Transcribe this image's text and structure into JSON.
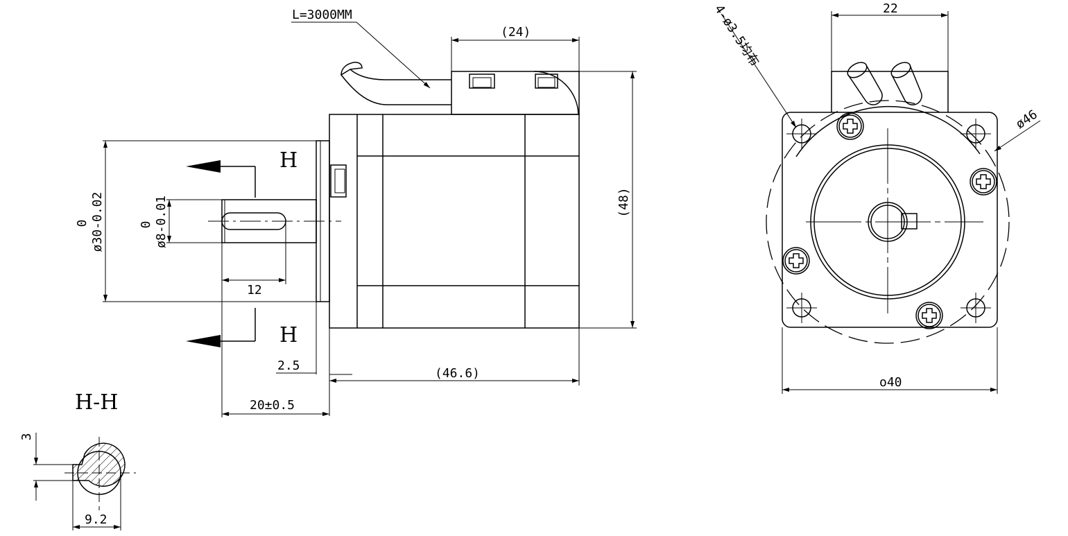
{
  "labels": {
    "cable_length": "L=3000MM",
    "connector_width": "(24)",
    "body_height": "(48)",
    "flange_diameter": "ø30-0.02",
    "flange_tol_upper": "0",
    "shaft_diameter": "ø8-0.01",
    "shaft_tol_upper": "0",
    "flat_length": "12",
    "section_mark": "H",
    "flange_thickness": "2.5",
    "body_length": "(46.6)",
    "shaft_length": "20±0.5",
    "section_title": "H-H",
    "flat_depth": "3",
    "flat_width": "9.2",
    "mount_holes": "4-ø3.5均布",
    "cable_spacing": "22",
    "bolt_circle": "ø46",
    "frame_size": "o40"
  }
}
